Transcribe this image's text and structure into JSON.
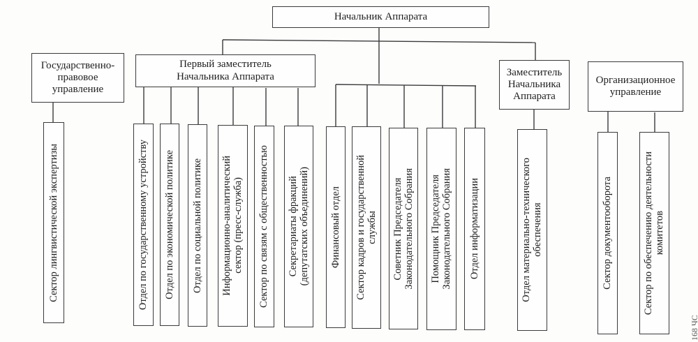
{
  "org_chart": {
    "head": {
      "label": "Начальник Аппарата"
    },
    "legal_department": {
      "label": "Государственно-\nправовое\nуправление",
      "children": [
        {
          "label": "Сектор лингвистической экспертизы"
        }
      ]
    },
    "first_deputy": {
      "label": "Первый заместитель\nНачальника Аппарата",
      "children": [
        {
          "label": "Отдел по государственному устройству"
        },
        {
          "label": "Отдел по экономической политике"
        },
        {
          "label": "Отдел по социальной политике"
        },
        {
          "label": "Информационно-аналитический\nсектор (пресс-служба)"
        },
        {
          "label": "Сектор по связям с общественностью"
        },
        {
          "label": "Секретариаты фракций\n(депутатских объединений)"
        }
      ]
    },
    "head_direct_units": [
      {
        "label": "Финансовый отдел"
      },
      {
        "label": "Сектор кадров и государственной\nслужбы"
      },
      {
        "label": "Советник Председателя\nЗаконодательного Собрания"
      },
      {
        "label": "Помощник Председателя\nЗаконодательного Собрания"
      },
      {
        "label": "Отдел информатизации"
      }
    ],
    "deputy": {
      "label": "Заместитель\nНачальника\nАппарата",
      "children": [
        {
          "label": "Отдел материально-технического\nобеспечения"
        }
      ]
    },
    "organizational_department": {
      "label": "Организационное\nуправление",
      "children": [
        {
          "label": "Сектор документооборота"
        },
        {
          "label": "Сектор по обеспечению деятельности\nкомитетов"
        }
      ]
    }
  },
  "page_marks": {
    "page_number_fragment": "168 ЧС"
  },
  "colors": {
    "line": "#3a3a3a",
    "paper": "#fdfdfc",
    "text": "#1e1e1e"
  }
}
